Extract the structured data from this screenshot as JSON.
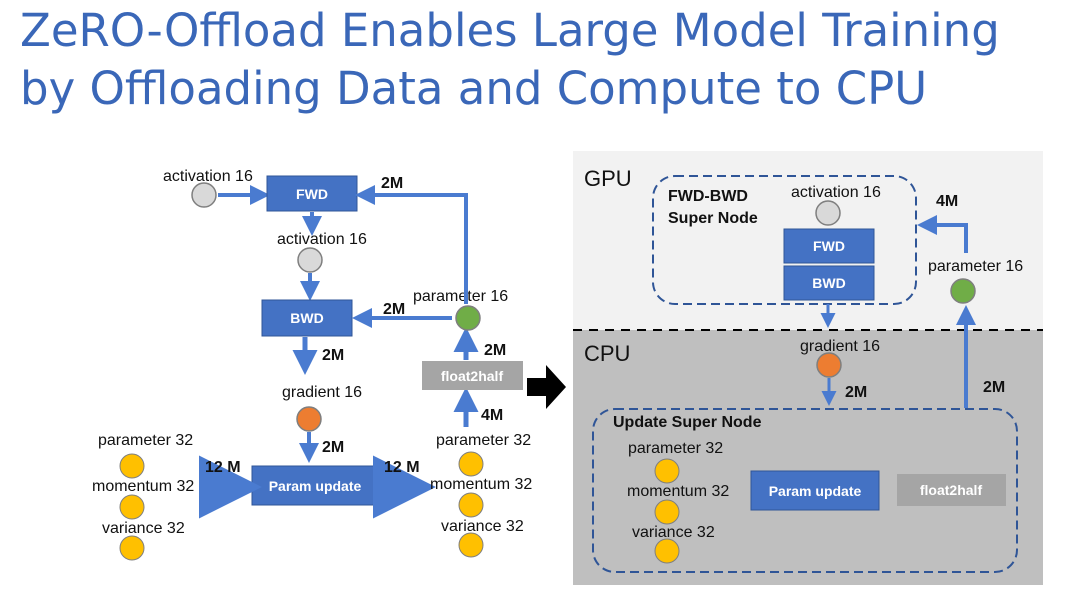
{
  "title": {
    "line1": "ZeRO-Offload Enables Large Model Training",
    "line2": "by Offloading Data and Compute to CPU"
  },
  "left": {
    "activation_top": "activation 16",
    "activation_mid": "activation 16",
    "fwd": "FWD",
    "bwd": "BWD",
    "parameter16": "parameter 16",
    "float2half": "float2half",
    "gradient16": "gradient 16",
    "param_update": "Param update",
    "in_parameter32": "parameter 32",
    "in_momentum32": "momentum 32",
    "in_variance32": "variance 32",
    "out_parameter32": "parameter 32",
    "out_momentum32": "momentum 32",
    "out_variance32": "variance 32",
    "edge_param_to_fwd": "2M",
    "edge_param_to_bwd": "2M",
    "edge_bwd_to_grad": "2M",
    "edge_f2h_to_param": "2M",
    "edge_grad_to_update": "2M",
    "edge_out_to_f2h": "4M",
    "edge_in_to_update": "12 M",
    "edge_update_to_out": "12 M"
  },
  "right": {
    "gpu_label": "GPU",
    "cpu_label": "CPU",
    "supernode_line1": "FWD-BWD",
    "supernode_line2": "Super Node",
    "activation16": "activation 16",
    "fwd": "FWD",
    "bwd": "BWD",
    "parameter16": "parameter 16",
    "gradient16": "gradient 16",
    "update_supernode": "Update Super Node",
    "parameter32": "parameter 32",
    "momentum32": "momentum 32",
    "variance32": "variance 32",
    "param_update": "Param update",
    "float2half": "float2half",
    "edge_param_to_supernode": "4M",
    "edge_grad_to_update": "2M",
    "edge_update_to_param": "2M"
  },
  "colors": {
    "title": "#3a67b8",
    "box_blue": "#4472c4",
    "arrow_blue": "#4a7bd0",
    "gray_box": "#a5a5a5",
    "orange": "#ed7d31",
    "green": "#70ad47",
    "yellow": "#ffc000",
    "gray_circle": "#d9d9d9",
    "gpu_bg": "#f2f2f2",
    "cpu_bg": "#bfbfbf",
    "dash": "#2f5597"
  }
}
